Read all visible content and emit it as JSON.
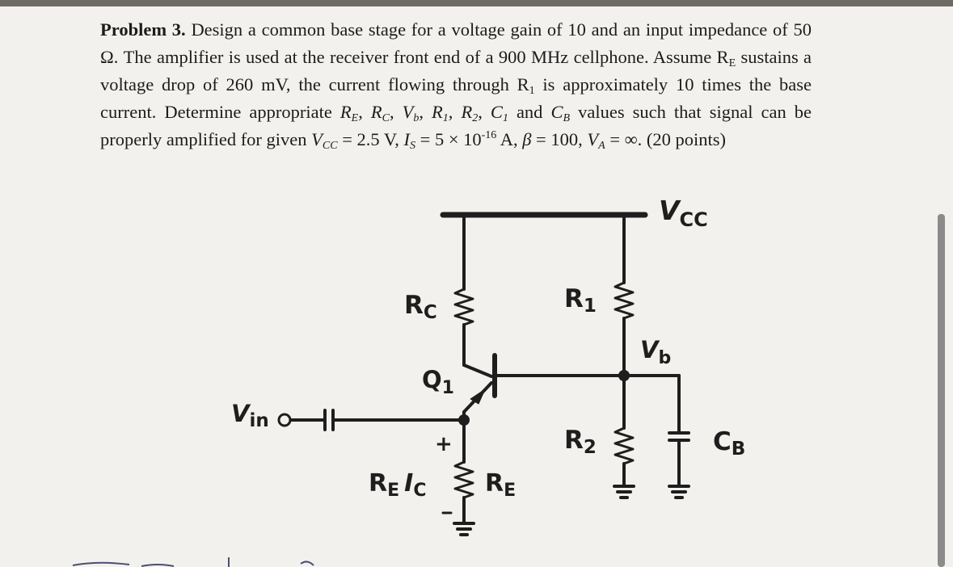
{
  "problem": {
    "heading": "Problem 3.",
    "line1_rest": "Design a common base stage for a voltage gain of 10 and an input",
    "line2": "impedance of 50 Ω. The amplifier is used at the receiver front end of a 900 MHz",
    "line3_a": "cellphone. Assume R",
    "line3_sub": "E",
    "line3_b": " sustains a voltage drop of 260 mV, the current flowing through",
    "line4_a": "R",
    "line4_sub": "1",
    "line4_b": " is approximately 10 times the base current. Determine appropriate ",
    "var_RE": "R",
    "var_RE_sub": "E",
    "var_RC": "R",
    "var_RC_sub": "C",
    "var_Vb": "V",
    "var_Vb_sub": "b",
    "var_R1": "R",
    "var_R1_sub": "1",
    "var_R2": "R",
    "var_R2_sub": "2",
    "var_C1": "C",
    "var_C1_sub": "1",
    "line5_and": " and ",
    "var_CB": "C",
    "var_CB_sub": "B",
    "line5_b": " values such that signal can be properly amplified for given ",
    "var_VCC": "V",
    "var_VCC_sub": "CC",
    "vcc_value": " = 2.5 V,",
    "is_var": "I",
    "is_sub": "S",
    "is_value_a": " = 5 × 10",
    "is_exp": "-16",
    "is_value_b": " A, ",
    "beta": "β",
    "beta_value": " = 100, ",
    "va_var": "V",
    "va_sub": "A",
    "va_value": " = ∞. (20 points)"
  },
  "circuit": {
    "vcc": "V",
    "vcc_sub": "CC",
    "rc": "R",
    "rc_sub": "C",
    "r1": "R",
    "r1_sub": "1",
    "vb": "V",
    "vb_sub": "b",
    "q1": "Q",
    "q1_sub": "1",
    "vin": "V",
    "vin_sub": "in",
    "r2": "R",
    "r2_sub": "2",
    "cb": "C",
    "cb_sub": "B",
    "plus": "+",
    "minus": "−",
    "re_ic_a": "R",
    "re_ic_sub": "E",
    "re_ic_b": "I",
    "re_ic_sub2": "C",
    "re": "R",
    "re_sub": "E"
  },
  "colors": {
    "ink": "#1e1e1e",
    "paper": "#f2f1ee"
  }
}
